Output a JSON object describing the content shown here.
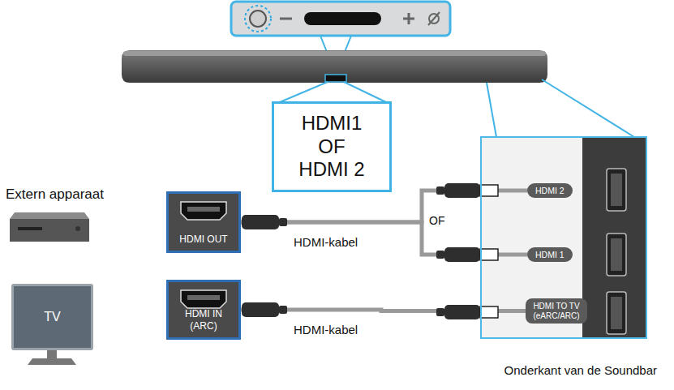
{
  "diagram": {
    "nodes": [
      {
        "text": [
          "HDMI1 OF HDMI 2"
        ]
      },
      {
        "text": [
          "HDMI OUT"
        ]
      },
      {
        "text": [
          "TV"
        ]
      },
      {
        "text": [
          "HDMI IN (ARC)"
        ]
      },
      {
        "text": [
          "Onderkant van de Soundbar"
        ]
      },
      {
        "text": [
          "HDMI 2"
        ],
        "in": 4
      },
      {
        "text": [
          "HDMI 1"
        ],
        "in": 4
      },
      {
        "text": [
          "HDMI TO TV (eARC/ARC)"
        ],
        "in": 4
      }
    ],
    "edges": [
      {
        "from": 1,
        "to": 5,
        "arrow": "none"
      },
      {
        "from": 1,
        "to": 6,
        "arrow": "none",
        "label": "HDMI-kabel"
      },
      {
        "from": 3,
        "to": 7,
        "arrow": "none",
        "label": "HDMI-kabel"
      }
    ],
    "labels": [
      "Extern apparaat",
      "OF"
    ]
  }
}
